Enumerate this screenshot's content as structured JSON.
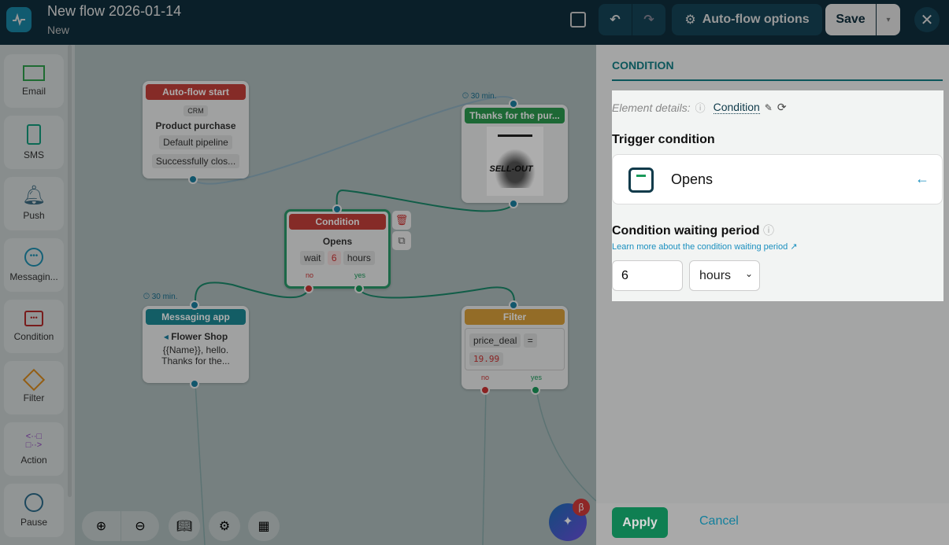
{
  "header": {
    "title": "New flow 2026-01-14",
    "status": "New",
    "options_label": "Auto-flow options",
    "save_label": "Save"
  },
  "sidebar": {
    "items": [
      {
        "label": "Email",
        "color": "#2e9e4a"
      },
      {
        "label": "SMS",
        "color": "#139b7c"
      },
      {
        "label": "Push",
        "color": "#3c6a80"
      },
      {
        "label": "Messagin...",
        "color": "#1e8fb0"
      },
      {
        "label": "Condition",
        "color": "#b22a2a"
      },
      {
        "label": "Filter",
        "color": "#d98a1c"
      },
      {
        "label": "Action",
        "color": "#8a3fb8"
      },
      {
        "label": "Pause",
        "color": "#2c6a8a"
      }
    ]
  },
  "canvas": {
    "start": {
      "header": "Auto-flow start",
      "badge": "CRM",
      "title": "Product purchase",
      "pipeline": "Default pipeline",
      "stage": "Successfully clos..."
    },
    "thanks": {
      "delay": "30 min.",
      "header": "Thanks for the pur...",
      "preview_text": "SELL-OUT"
    },
    "condition": {
      "header": "Condition",
      "title": "Opens",
      "wait": "wait",
      "value": "6",
      "unit": "hours",
      "no": "no",
      "yes": "yes"
    },
    "messaging": {
      "delay": "30 min.",
      "header": "Messaging app",
      "channel": "Flower Shop",
      "text1": "{{Name}}, hello.",
      "text2": "Thanks for the..."
    },
    "filter": {
      "header": "Filter",
      "field": "price_deal",
      "op": "=",
      "value": "19.99",
      "no": "no",
      "yes": "yes"
    },
    "beta": "β"
  },
  "panel": {
    "tab": "CONDITION",
    "details_label": "Element details:",
    "element_name": "Condition",
    "trigger_label": "Trigger condition",
    "trigger_value": "Opens",
    "waiting_label": "Condition waiting period",
    "learn_more": "Learn more about the condition waiting period",
    "period_value": "6",
    "period_unit": "hours",
    "apply": "Apply",
    "cancel": "Cancel"
  }
}
